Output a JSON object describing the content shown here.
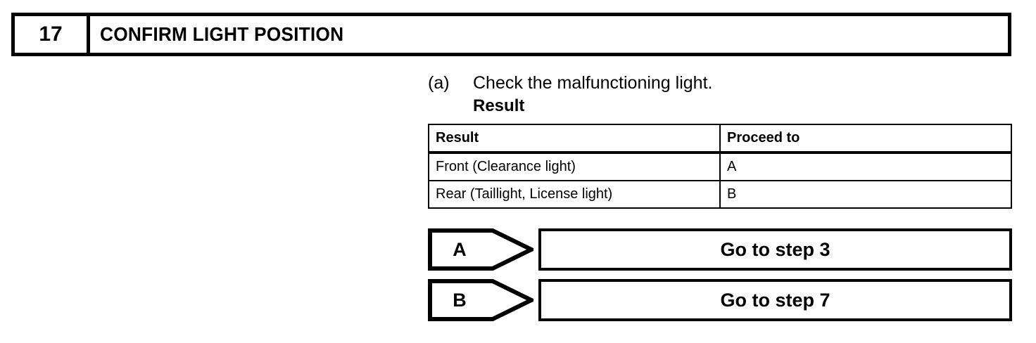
{
  "step_header": {
    "number": "17",
    "title": "CONFIRM LIGHT POSITION"
  },
  "procedure": {
    "marker": "(a)",
    "text": "Check the malfunctioning light.",
    "subhead": "Result"
  },
  "result_table": {
    "columns": [
      "Result",
      "Proceed to"
    ],
    "rows": [
      {
        "result": "Front (Clearance light)",
        "proceed_to": "A"
      },
      {
        "result": "Rear (Taillight, License light)",
        "proceed_to": "B"
      }
    ]
  },
  "branches": [
    {
      "key": "A",
      "destination": "Go to step 3"
    },
    {
      "key": "B",
      "destination": "Go to step 7"
    }
  ],
  "colors": {
    "ink": "#000000",
    "paper": "#ffffff"
  }
}
